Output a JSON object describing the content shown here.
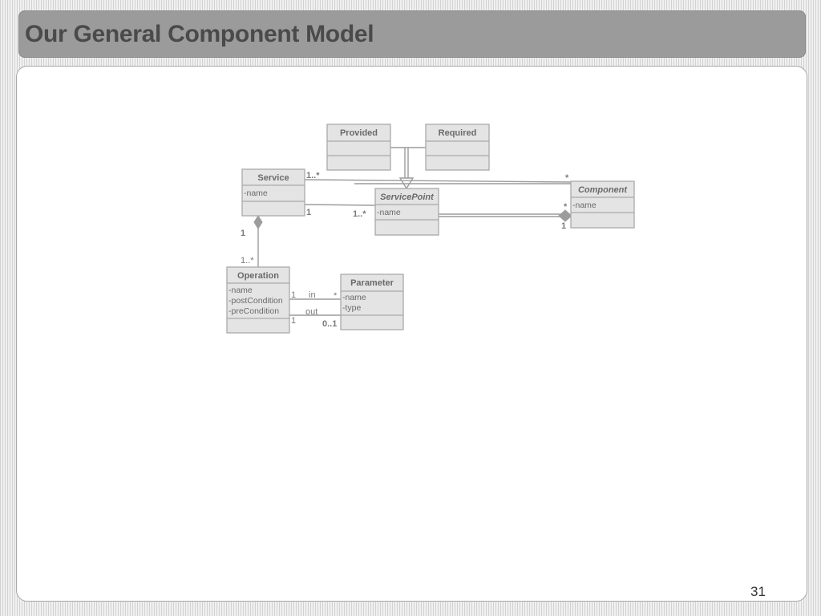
{
  "slide": {
    "title": "Our General Component Model",
    "number": "31"
  },
  "classes": {
    "provided": {
      "name": "Provided",
      "attrs": []
    },
    "required": {
      "name": "Required",
      "attrs": []
    },
    "service": {
      "name": "Service",
      "attrs": [
        "-name"
      ]
    },
    "servicepoint": {
      "name": "ServicePoint",
      "attrs": [
        "-name"
      ]
    },
    "component": {
      "name": "Component",
      "attrs": [
        "-name"
      ]
    },
    "operation": {
      "name": "Operation",
      "attrs": [
        "-name",
        "-postCondition",
        "-preCondition"
      ]
    },
    "parameter": {
      "name": "Parameter",
      "attrs": [
        "-name",
        "-type"
      ]
    }
  },
  "labels": {
    "service_top_mult": "1..*",
    "service_component_star": "*",
    "service_sp_one": "1",
    "sp_service_mult": "1..*",
    "component_sp_one": "1",
    "component_sp_star": "*",
    "service_op_one": "1",
    "op_service_mult": "1..*",
    "in_label": "in",
    "out_label": "out",
    "in_one": "1",
    "in_star": "*",
    "out_one": "1",
    "out_mult": "0..1"
  }
}
